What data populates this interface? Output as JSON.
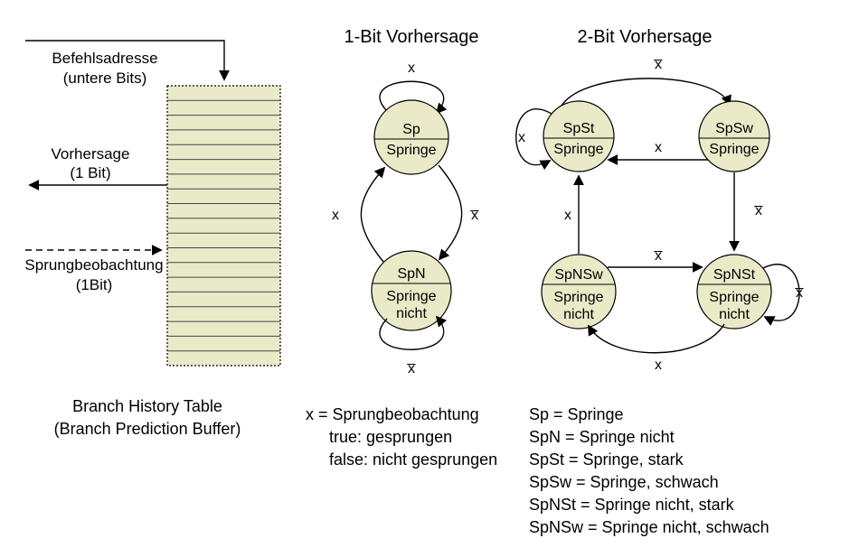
{
  "colors": {
    "node_fill": "#eaeac9",
    "stroke": "#000000"
  },
  "bht": {
    "row_count": 19,
    "address_label": [
      "Befehlsadresse",
      "(untere Bits)"
    ],
    "prediction_label": [
      "Vorhersage",
      "(1 Bit)"
    ],
    "feedback_label": [
      "Sprungbeobachtung",
      "(1Bit)"
    ],
    "caption": [
      "Branch History Table",
      "(Branch Prediction Buffer)"
    ]
  },
  "one_bit": {
    "title": "1-Bit Vorhersage",
    "state_top": {
      "name": "Sp",
      "line1": "Springe"
    },
    "state_bottom": {
      "name": "SpN",
      "line1": "Springe",
      "line2": "nicht"
    },
    "edge_self_top": "x",
    "edge_self_bottom": "x̅",
    "edge_up": "x",
    "edge_down": "x̅",
    "legend": [
      "x = Sprungbeobachtung",
      "true: gesprungen",
      "false: nicht gesprungen"
    ]
  },
  "two_bit": {
    "title": "2-Bit Vorhersage",
    "state_tl": {
      "name": "SpSt",
      "line1": "Springe"
    },
    "state_tr": {
      "name": "SpSw",
      "line1": "Springe"
    },
    "state_bl": {
      "name": "SpNSw",
      "line1": "Springe",
      "line2": "nicht"
    },
    "state_br": {
      "name": "SpNSt",
      "line1": "Springe",
      "line2": "nicht"
    },
    "edge_top": "x̅",
    "edge_mid_top": "x",
    "edge_self_tl": "x",
    "edge_left_up": "x",
    "edge_right_down": "x̅",
    "edge_mid_bottom": "x̅",
    "edge_self_br": "x̅",
    "edge_bottom": "x",
    "legend": [
      "Sp = Springe",
      "SpN = Springe nicht",
      "SpSt = Springe, stark",
      "SpSw = Springe, schwach",
      "SpNSt = Springe nicht, stark",
      "SpNSw = Springe nicht, schwach"
    ]
  }
}
